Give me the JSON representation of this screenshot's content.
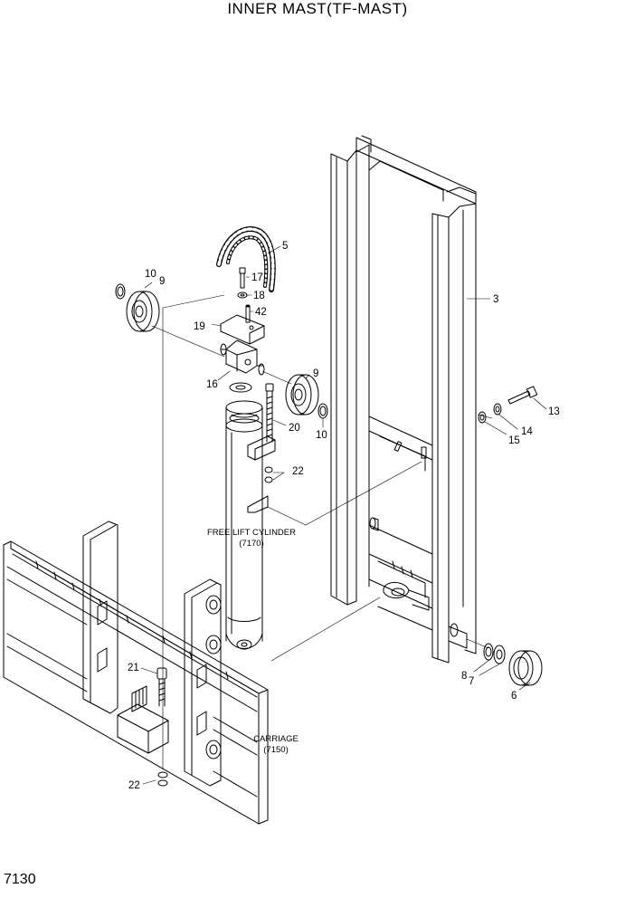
{
  "title": "INNER MAST(TF-MAST)",
  "page_number": "7130",
  "callouts": {
    "c3": "3",
    "c5": "5",
    "c6": "6",
    "c7": "7",
    "c8": "8",
    "c9a": "9",
    "c9b": "9",
    "c10a": "10",
    "c10b": "10",
    "c13": "13",
    "c14": "14",
    "c15": "15",
    "c16": "16",
    "c17": "17",
    "c18": "18",
    "c19": "19",
    "c20": "20",
    "c21": "21",
    "c22a": "22",
    "c22b": "22",
    "c42": "42"
  },
  "assemblies": {
    "free_lift_cylinder": {
      "name": "FREE LIFT CYLINDER",
      "ref": "(7170)"
    },
    "carriage": {
      "name": "CARRIAGE",
      "ref": "(7150)"
    }
  }
}
